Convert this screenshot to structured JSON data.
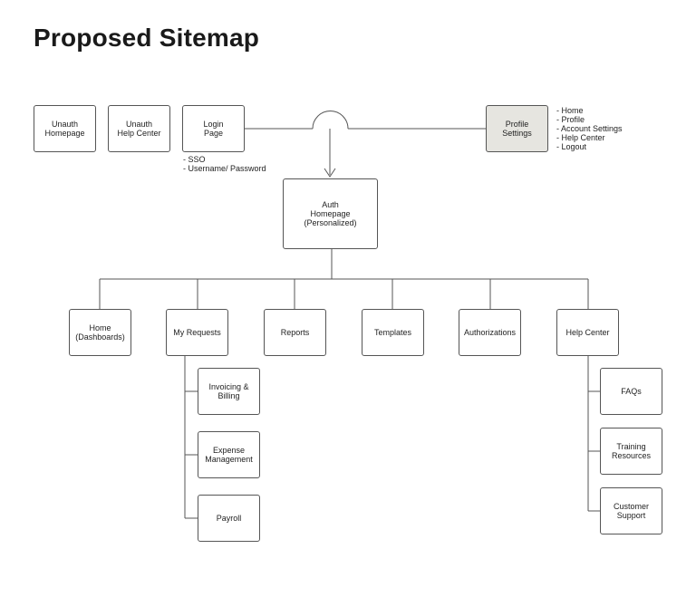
{
  "title": "Proposed Sitemap",
  "nodes": {
    "unauth_homepage": "Unauth\nHomepage",
    "unauth_help_center": "Unauth\nHelp Center",
    "login_page": "Login\nPage",
    "profile_settings": "Profile\nSettings",
    "auth_homepage": "Auth\nHomepage\n(Personalized)",
    "home_dashboards": "Home\n(Dashboards)",
    "my_requests": "My Requests",
    "reports": "Reports",
    "templates": "Templates",
    "authorizations": "Authorizations",
    "help_center": "Help Center",
    "invoicing_billing": "Invoicing &\nBilling",
    "expense_management": "Expense\nManagement",
    "payroll": "Payroll",
    "faqs": "FAQs",
    "training_resources": "Training\nResources",
    "customer_support": "Customer\nSupport"
  },
  "login_notes": [
    "SSO",
    "Username/ Password"
  ],
  "profile_notes": [
    "Home",
    "Profile",
    "Account Settings",
    "Help Center",
    "Logout"
  ]
}
